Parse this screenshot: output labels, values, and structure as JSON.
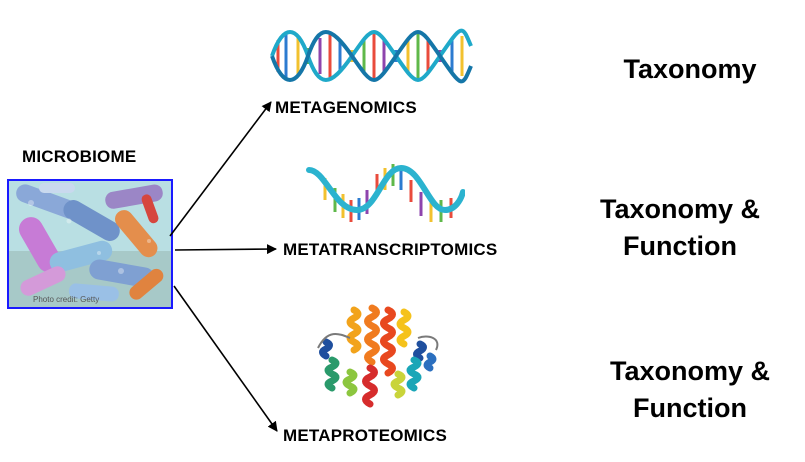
{
  "source": {
    "title": "MICROBIOME",
    "image_credit": "Photo credit: Getty"
  },
  "branches": [
    {
      "label": "METAGENOMICS",
      "icon": "dna-double-helix-icon",
      "output": [
        "Taxonomy"
      ]
    },
    {
      "label": "METATRANSCRIPTOMICS",
      "icon": "rna-strand-icon",
      "output": [
        "Taxonomy &",
        "Function"
      ]
    },
    {
      "label": "METAPROTEOMICS",
      "icon": "protein-structure-icon",
      "output": [
        "Taxonomy &",
        "Function"
      ]
    }
  ],
  "colors": {
    "image_border": "#1a1aff",
    "arrow": "#000000",
    "dna_backbone": "#1fa9c9",
    "rna_backbone": "#2bb3cf"
  }
}
